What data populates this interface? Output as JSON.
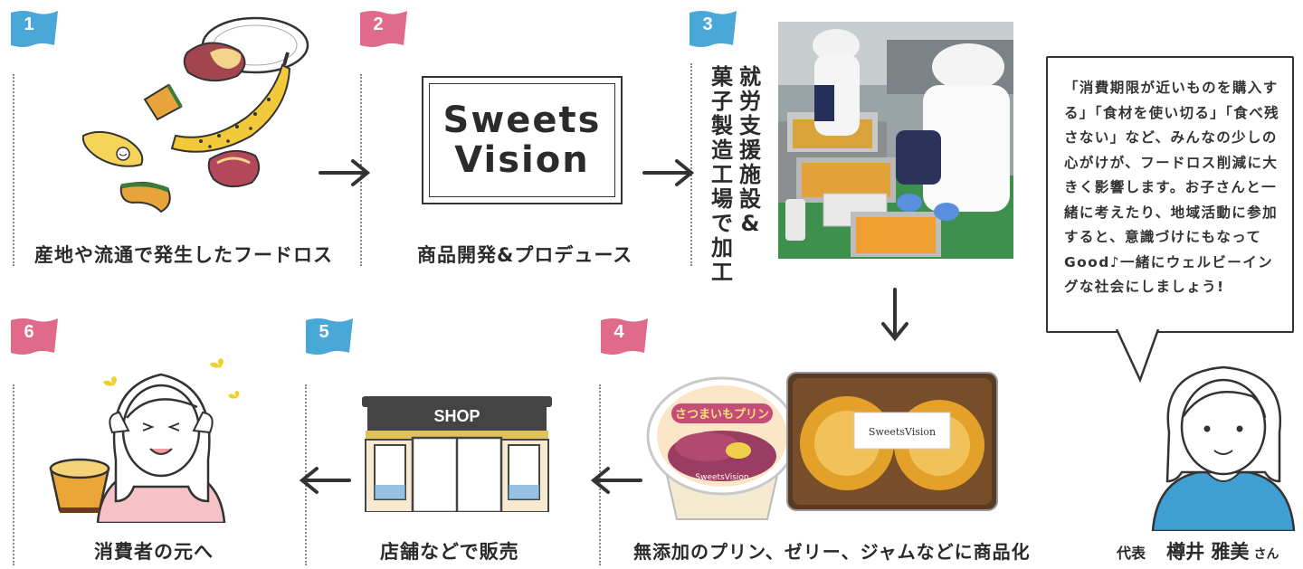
{
  "steps": [
    {
      "num": "1",
      "label": "産地や流通で発生したフードロス",
      "color": "#4aa8d8"
    },
    {
      "num": "2",
      "label": "商品開発&プロデュース",
      "color": "#e06a8a"
    },
    {
      "num": "3",
      "label_col1": "就労支援施設&",
      "label_col2": "菓子製造工場で加工",
      "color": "#4aa8d8"
    },
    {
      "num": "4",
      "label": "無添加のプリン、ゼリー、ジャムなどに商品化",
      "color": "#e06a8a"
    },
    {
      "num": "5",
      "label": "店舗などで販売",
      "color": "#4aa8d8"
    },
    {
      "num": "6",
      "label": "消費者の元へ",
      "color": "#e06a8a"
    }
  ],
  "logo": {
    "line1": "Sweets",
    "line2": "Vision"
  },
  "shop_sign": "SHOP",
  "pudding_label": "さつまいもプリン",
  "pudding_brand": "SweetsVision",
  "box_brand": "SweetsVision",
  "speech": "「消費期限が近いものを購入する」「食材を使い切る」「食べ残さない」など、みんなの少しの心がけが、フードロス削減に大きく影響します。お子さんと一緒に考えたり、地域活動に参加すると、意識づけにもなってGood♪一緒にウェルビーイングな社会にしましょう!",
  "person": {
    "role": "代表",
    "name": "樽井 雅美",
    "suffix": "さん"
  }
}
